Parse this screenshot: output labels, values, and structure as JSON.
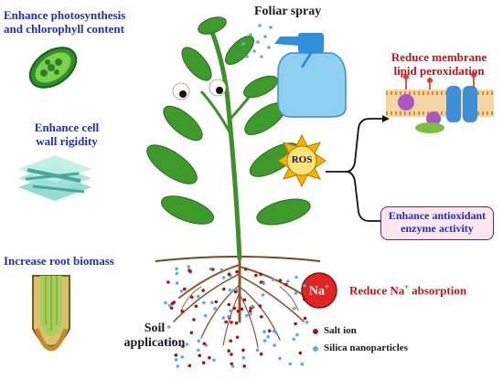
{
  "labels": {
    "photosynthesis": "Enhance photosynthesis\nand chlorophyll content",
    "cell_wall": "Enhance cell\nwall rigidity",
    "root_biomass": "Increase root biomass",
    "foliar": "Foliar spray",
    "membrane": "Reduce membrane\nlipid peroxidation",
    "ros": "ROS",
    "antioxidant": "Enhance antioxidant\nenzyme activity",
    "na_symbol": "Na",
    "na_charge": "+",
    "reduce_na_prefix": "Reduce Na",
    "reduce_na_charge": "+",
    "reduce_na_suffix": " absorption",
    "soil": "Soil\napplication",
    "legend_salt": "Salt ion",
    "legend_silica": "Silica nanoparticles"
  },
  "colors": {
    "blue_text": "#1f2fbf",
    "red_text": "#c0151b",
    "salt_ion": "#a3151b",
    "silica": "#5aaede",
    "leaf": "#3f9a2c",
    "root": "#8b5a2b",
    "sun": "#f5b400"
  }
}
